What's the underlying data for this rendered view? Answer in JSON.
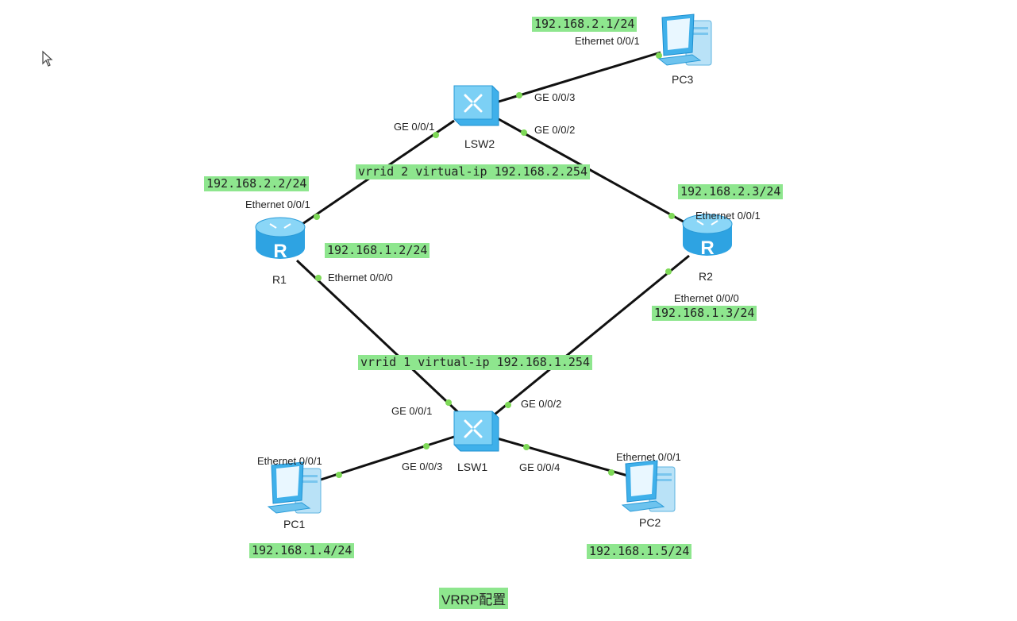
{
  "devices": {
    "pc3": "PC3",
    "lsw2": "LSW2",
    "r1": "R1",
    "r2": "R2",
    "lsw1": "LSW1",
    "pc1": "PC1",
    "pc2": "PC2"
  },
  "ports": {
    "pc3_eth": "Ethernet 0/0/1",
    "lsw2_ge3": "GE 0/0/3",
    "lsw2_ge2": "GE 0/0/2",
    "lsw2_ge1": "GE 0/0/1",
    "r1_eth1": "Ethernet 0/0/1",
    "r1_eth0": "Ethernet 0/0/0",
    "r2_eth1": "Ethernet 0/0/1",
    "r2_eth0": "Ethernet 0/0/0",
    "lsw1_ge1": "GE 0/0/1",
    "lsw1_ge2": "GE 0/0/2",
    "lsw1_ge3": "GE 0/0/3",
    "lsw1_ge4": "GE 0/0/4",
    "pc1_eth": "Ethernet 0/0/1",
    "pc2_eth": "Ethernet 0/0/1"
  },
  "ip_labels": {
    "pc3": "192.168.2.1/24",
    "r1_top": "192.168.2.2/24",
    "r1_bottom": "192.168.1.2/24",
    "r2_top": "192.168.2.3/24",
    "r2_bottom": "192.168.1.3/24",
    "pc1": "192.168.1.4/24",
    "pc2": "192.168.1.5/24",
    "vrrp2": "vrrid 2 virtual-ip 192.168.2.254",
    "vrrp1": "vrrid 1 virtual-ip 192.168.1.254"
  },
  "caption": "VRRP配置",
  "colors": {
    "label_bg": "#8ee68e",
    "link": "#111111",
    "port_dot": "#7ed957",
    "device_blue": "#3fb0ea"
  }
}
